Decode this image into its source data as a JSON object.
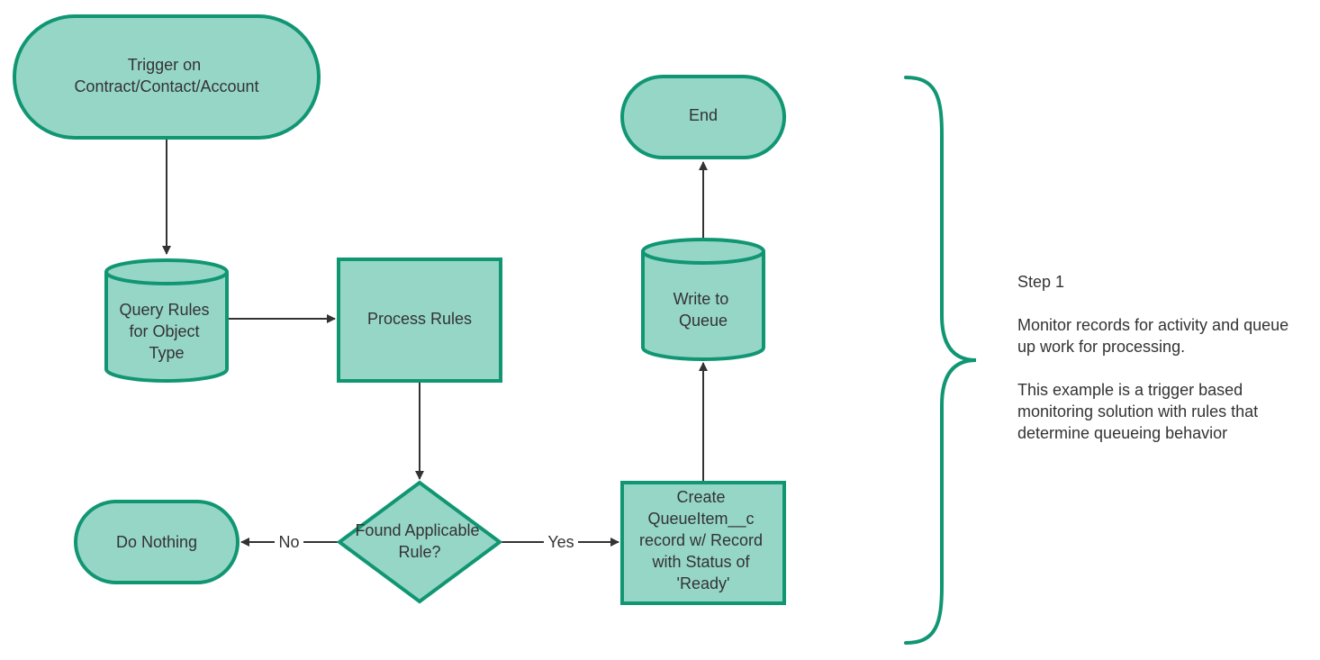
{
  "nodes": {
    "trigger": {
      "lines": [
        "Trigger on",
        "Contract/Contact/Account"
      ]
    },
    "query_rules": {
      "lines": [
        "Query Rules",
        "for Object",
        "Type"
      ]
    },
    "process_rules": {
      "lines": [
        "Process Rules"
      ]
    },
    "decision": {
      "lines": [
        "Found Applicable",
        "Rule?"
      ]
    },
    "do_nothing": {
      "lines": [
        "Do Nothing"
      ]
    },
    "create_item": {
      "lines": [
        "Create",
        "QueueItem__c",
        "record w/ Record",
        "with Status of",
        "'Ready'"
      ]
    },
    "write_queue": {
      "lines": [
        "Write to",
        "Queue"
      ]
    },
    "end": {
      "lines": [
        "End"
      ]
    }
  },
  "edge_labels": {
    "no": "No",
    "yes": "Yes"
  },
  "note": {
    "title": "Step 1",
    "paragraph_1": "Monitor records for activity and queue up work for processing.",
    "paragraph_2": "This example is a trigger based monitoring solution with rules that determine queueing behavior"
  },
  "colors": {
    "node_fill": "#96d6c7",
    "node_stroke": "#119673",
    "edge": "#333333",
    "text": "#333333"
  }
}
